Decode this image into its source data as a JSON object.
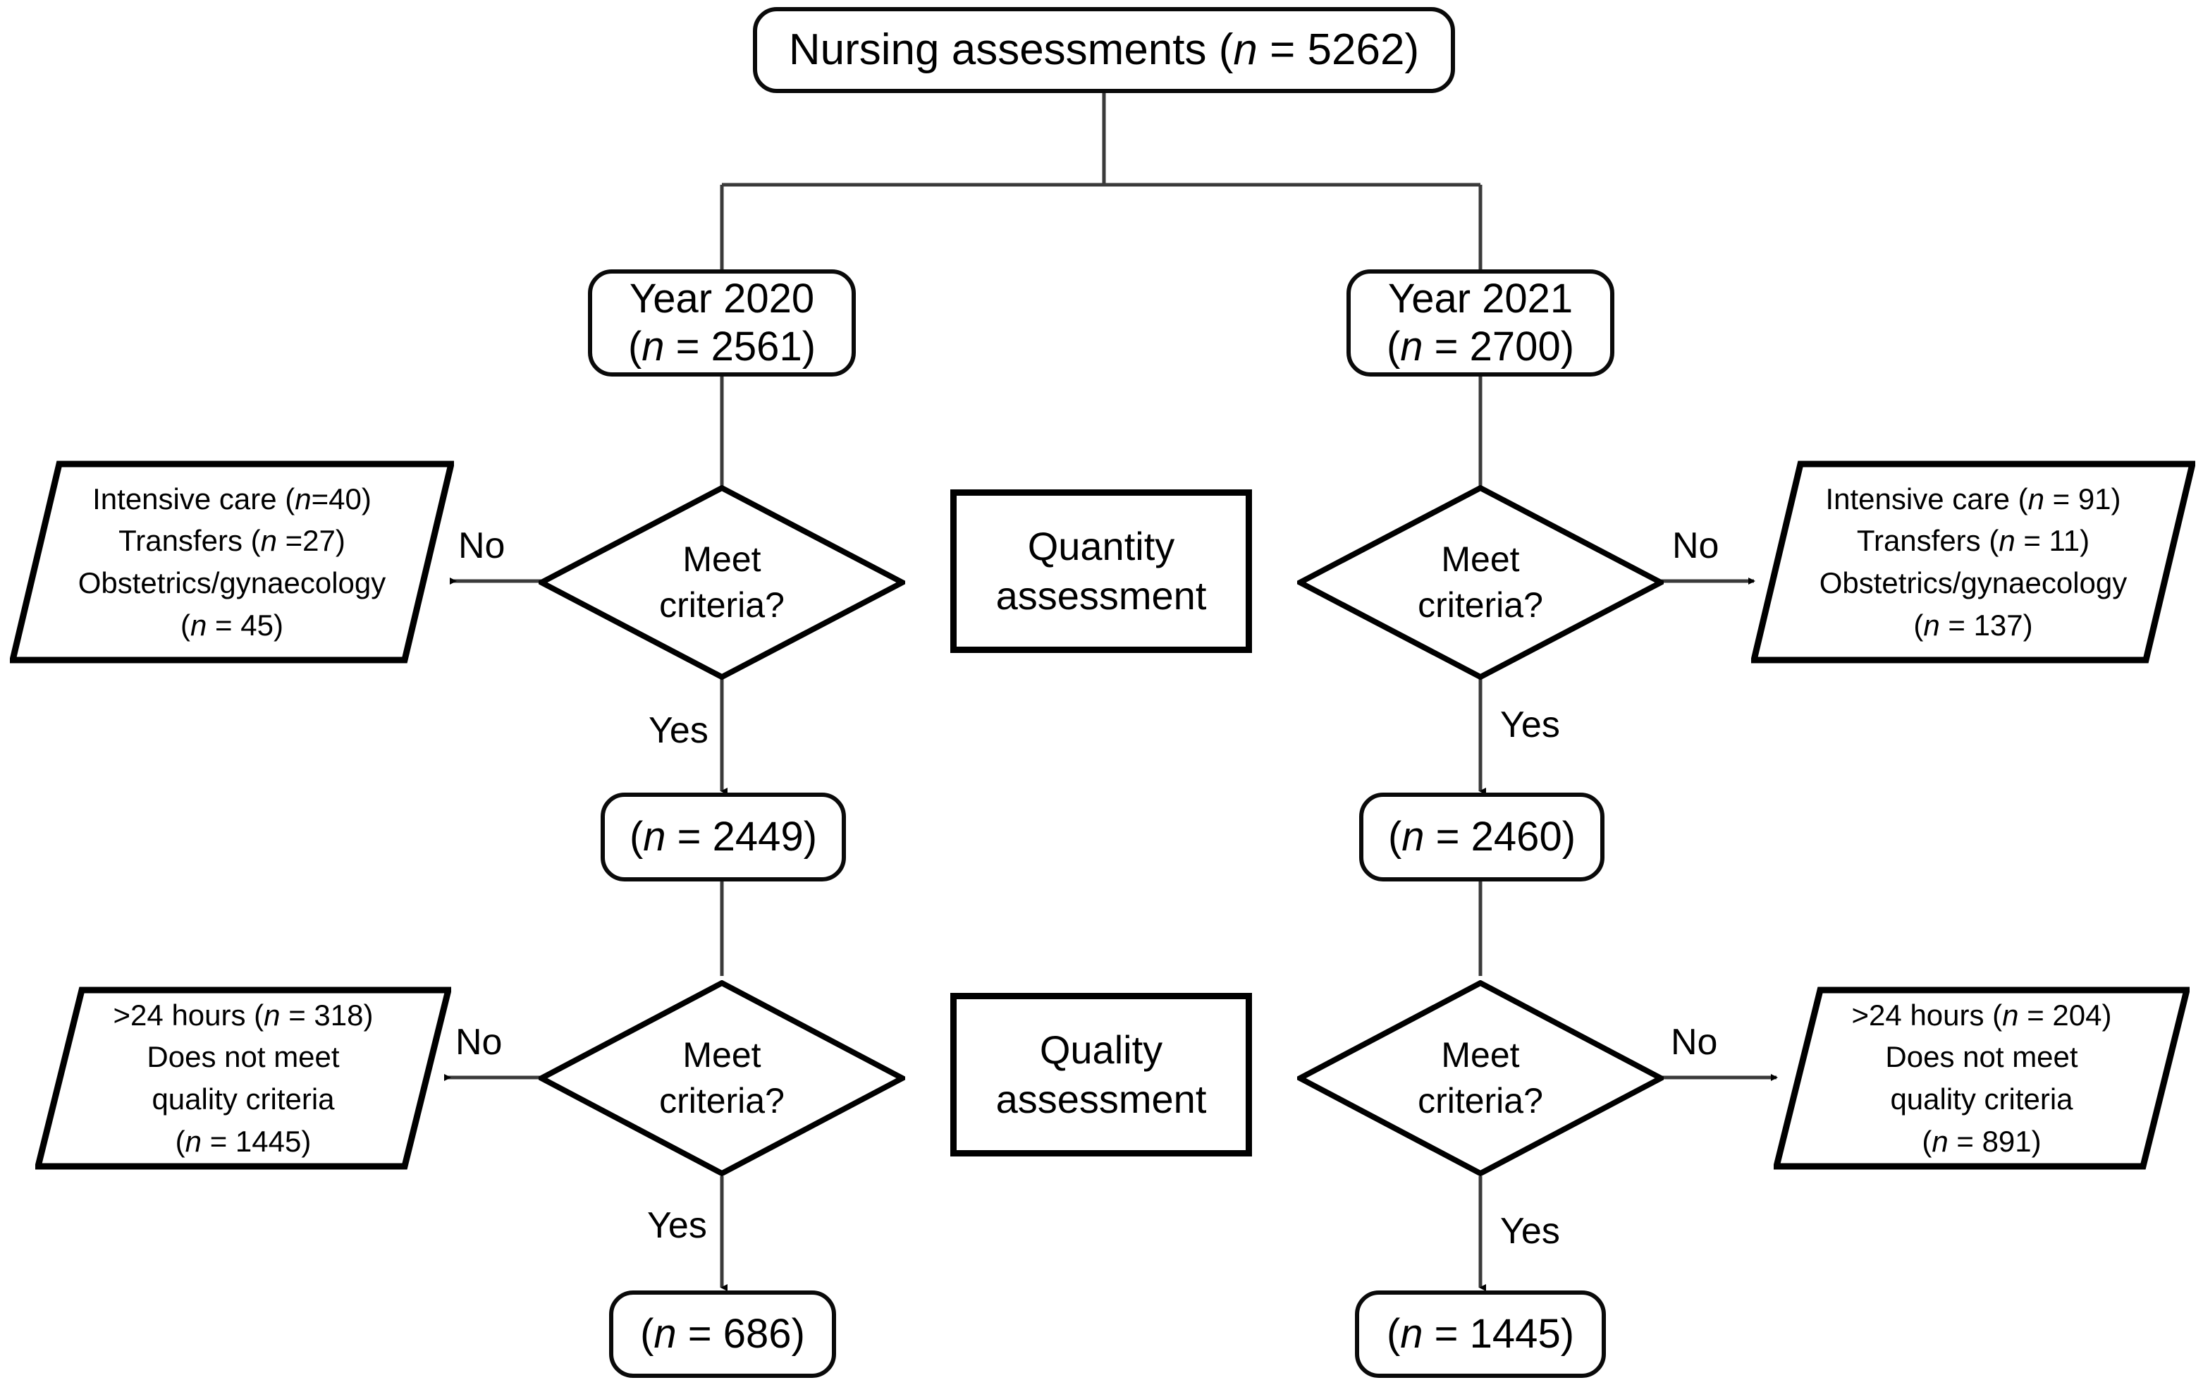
{
  "diagram": {
    "type": "flowchart",
    "title_node": {
      "text": "Nursing assessments (n = 5262)",
      "label_plain": "Nursing assessments",
      "n": 5262
    },
    "year_left": {
      "line1": "Year 2020",
      "line2": "(n = 2561)",
      "n": 2561
    },
    "year_right": {
      "line1": "Year 2021",
      "line2": "(n = 2700)",
      "n": 2700
    },
    "decision_text": {
      "line1": "Meet",
      "line2": "criteria?"
    },
    "stage_quantity": {
      "line1": "Quantity",
      "line2": "assessment"
    },
    "stage_quality": {
      "line1": "Quality",
      "line2": "assessment"
    },
    "edge_no": "No",
    "edge_yes": "Yes",
    "exclusions_quantity_left": {
      "line1": "Intensive care (n=40)",
      "line2": "Transfers (n =27)",
      "line3": "Obstetrics/gynaecology",
      "line4": "(n = 45)"
    },
    "exclusions_quantity_right": {
      "line1": "Intensive care (n = 91)",
      "line2": "Transfers (n = 11)",
      "line3": "Obstetrics/gynaecology",
      "line4": "(n = 137)"
    },
    "exclusions_quality_left": {
      "line1": ">24 hours (n = 318)",
      "line2": "Does not meet",
      "line3": "quality criteria",
      "line4": "(n = 1445)"
    },
    "exclusions_quality_right": {
      "line1": ">24 hours (n = 204)",
      "line2": "Does not meet",
      "line3": "quality criteria",
      "line4": "(n = 891)"
    },
    "after_quantity_left": {
      "text": "(n = 2449)",
      "n": 2449
    },
    "after_quantity_right": {
      "text": "(n = 2460)",
      "n": 2460
    },
    "final_left": {
      "text": "(n = 686)",
      "n": 686
    },
    "final_right": {
      "text": "(n = 1445)",
      "n": 1445
    },
    "colors": {
      "stroke": "#000000",
      "background": "#ffffff",
      "text": "#000000"
    }
  }
}
